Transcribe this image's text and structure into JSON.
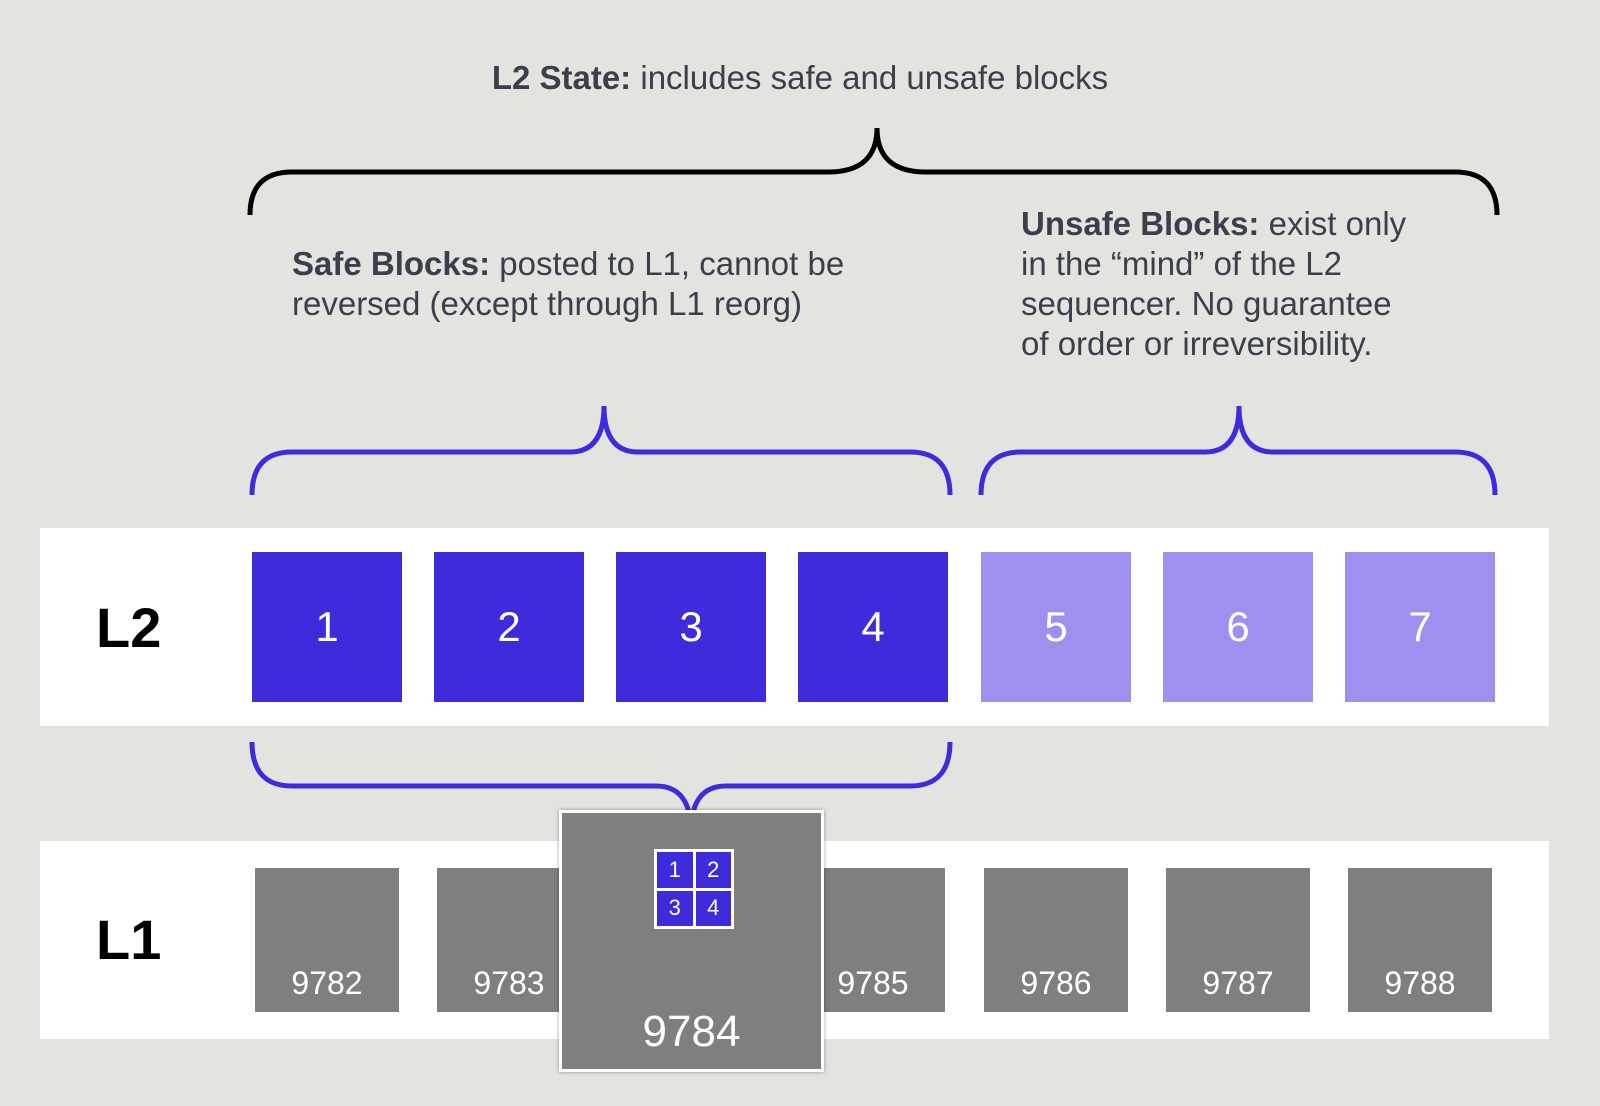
{
  "captions": {
    "l2_state": {
      "bold": "L2 State:",
      "rest": " includes safe and unsafe blocks"
    },
    "safe_blocks": {
      "bold": "Safe Blocks:",
      "line1_rest": " posted to L1, cannot be",
      "line2": "reversed (except through L1 reorg)"
    },
    "unsafe_blocks": {
      "bold": "Unsafe Blocks:",
      "line1_rest": " exist only",
      "line2": "in the “mind” of the L2",
      "line3": "sequencer. No guarantee",
      "line4": "of order or irreversibility."
    }
  },
  "lanes": {
    "l2_label": "L2",
    "l1_label": "L1"
  },
  "l2_blocks": [
    {
      "label": "1",
      "status": "safe"
    },
    {
      "label": "2",
      "status": "safe"
    },
    {
      "label": "3",
      "status": "safe"
    },
    {
      "label": "4",
      "status": "safe"
    },
    {
      "label": "5",
      "status": "unsafe"
    },
    {
      "label": "6",
      "status": "unsafe"
    },
    {
      "label": "7",
      "status": "unsafe"
    }
  ],
  "l1_blocks": [
    "9782",
    "9783",
    "9784",
    "9785",
    "9786",
    "9787",
    "9788"
  ],
  "batch": {
    "block": "9784",
    "contents": [
      "1",
      "2",
      "3",
      "4"
    ]
  },
  "colors": {
    "background": "#e3e3df",
    "safe": "#3d2bdc",
    "unsafe": "#a08fee",
    "l1_block": "#7f7f7f",
    "brace_black": "#000000",
    "brace_blue": "#3d2bdc"
  }
}
